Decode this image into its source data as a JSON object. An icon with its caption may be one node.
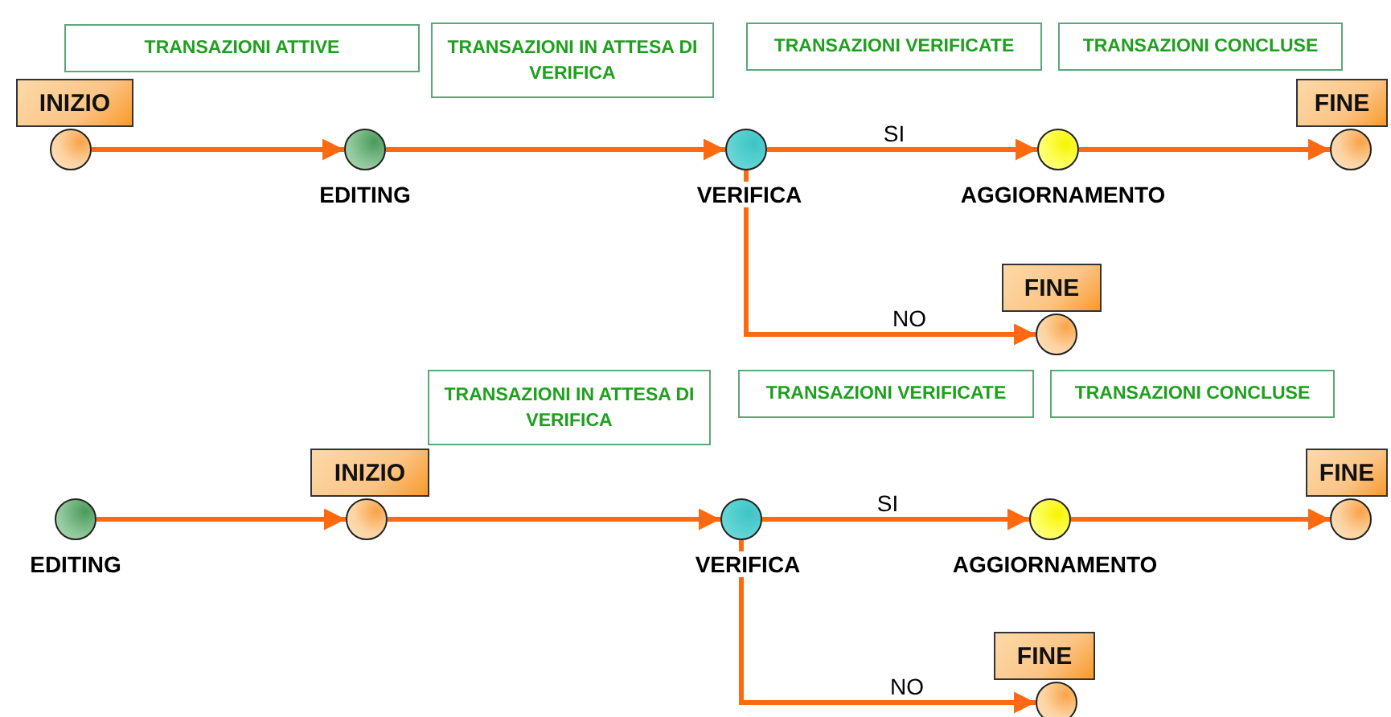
{
  "diagram": {
    "nodes": [
      {
        "text": [
          "TRANSAZIONI ATTIVE"
        ]
      },
      {
        "text": [
          "TRANSAZIONI IN ATTESA DI VERIFICA"
        ]
      },
      {
        "text": [
          "TRANSAZIONI VERIFICATE"
        ]
      },
      {
        "text": [
          "TRANSAZIONI CONCLUSE"
        ]
      },
      {
        "text": [],
        "shape": "circle",
        "beside": [
          "INIZIO"
        ]
      },
      {
        "text": [],
        "shape": "circle",
        "beside": [
          "EDITING"
        ]
      },
      {
        "text": [],
        "shape": "circle",
        "beside": [
          "VERIFICA"
        ]
      },
      {
        "text": [],
        "shape": "circle",
        "beside": [
          "AGGIORNAMENTO"
        ]
      },
      {
        "text": [],
        "shape": "circle",
        "beside": [
          "FINE"
        ]
      },
      {
        "text": [],
        "shape": "circle",
        "beside": [
          "FINE"
        ]
      },
      {
        "text": [
          "TRANSAZIONI IN ATTESA DI VERIFICA"
        ]
      },
      {
        "text": [
          "TRANSAZIONI VERIFICATE"
        ]
      },
      {
        "text": [
          "TRANSAZIONI CONCLUSE"
        ]
      },
      {
        "text": [],
        "shape": "circle",
        "beside": [
          "EDITING"
        ]
      },
      {
        "text": [],
        "shape": "circle",
        "beside": [
          "INIZIO"
        ]
      },
      {
        "text": [],
        "shape": "circle",
        "beside": [
          "VERIFICA"
        ]
      },
      {
        "text": [],
        "shape": "circle",
        "beside": [
          "AGGIORNAMENTO"
        ]
      },
      {
        "text": [],
        "shape": "circle",
        "beside": [
          "FINE"
        ]
      },
      {
        "text": [],
        "shape": "circle",
        "beside": [
          "FINE"
        ]
      }
    ],
    "edges": [
      {
        "from": 4,
        "to": 5,
        "arrow": "to"
      },
      {
        "from": 5,
        "to": 6,
        "arrow": "to"
      },
      {
        "from": 6,
        "to": 7,
        "arrow": "to",
        "label": "SI"
      },
      {
        "from": 7,
        "to": 8,
        "arrow": "to"
      },
      {
        "from": 6,
        "to": 9,
        "arrow": "to",
        "label": "NO"
      },
      {
        "from": 13,
        "to": 14,
        "arrow": "to"
      },
      {
        "from": 14,
        "to": 15,
        "arrow": "to"
      },
      {
        "from": 15,
        "to": 16,
        "arrow": "to",
        "label": "SI"
      },
      {
        "from": 16,
        "to": 17,
        "arrow": "to"
      },
      {
        "from": 15,
        "to": 18,
        "arrow": "to",
        "label": "NO"
      }
    ]
  }
}
